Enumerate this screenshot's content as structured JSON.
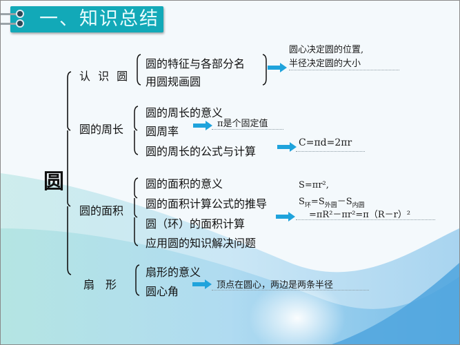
{
  "header": {
    "title": "一、知识总结"
  },
  "root": {
    "label": "圆"
  },
  "branches": [
    {
      "label": "认 识 圆",
      "items": [
        "圆的特征与各部分名",
        "用圆规画圆"
      ],
      "note_lines": [
        "圆心决定圆的位置,",
        "半径决定圆的大小"
      ]
    },
    {
      "label": "圆的周长",
      "items": [
        "圆的周长的意义",
        "圆周率",
        "圆的周长的公式与计算"
      ],
      "notes": {
        "pi": "π是个固定值",
        "formula": "C=πd=2πr"
      }
    },
    {
      "label": "圆的面积",
      "items": [
        "圆的面积的意义",
        "圆的面积计算公式的推导",
        "圆（环）的面积计算",
        "应用圆的知识解决问题"
      ],
      "formula": {
        "line1": "S=πr²,",
        "line2_s": "S",
        "line2_sub1": "环",
        "line2_eq": "=S",
        "line2_sub2": "外圆",
        "line2_minus": "－S",
        "line2_sub3": "内圆",
        "line3": "=πR²－πr²=π（R－r）²"
      }
    },
    {
      "label": "扇　形",
      "items": [
        "扇形的意义",
        "圆心角"
      ],
      "note": "顶点在圆心，两边是两条半径"
    }
  ],
  "colors": {
    "title_bg": "#12a9b8",
    "arrow": "#1fa3dc",
    "text": "#111111"
  }
}
